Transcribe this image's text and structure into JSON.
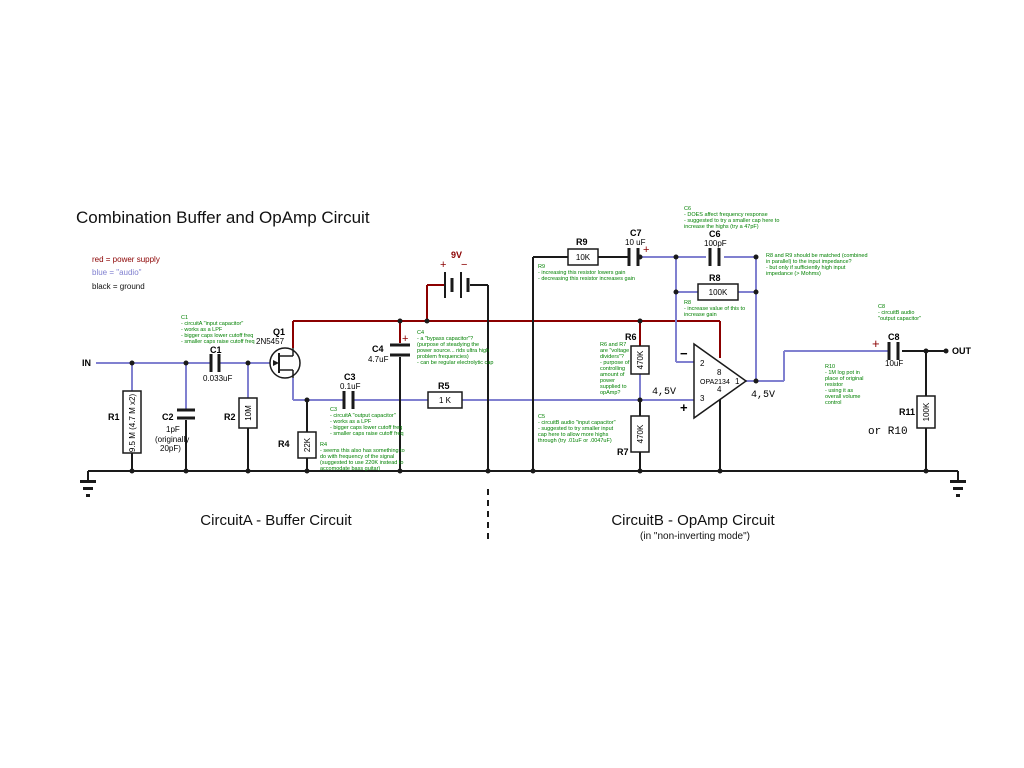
{
  "title": "Combination Buffer and OpAmp Circuit",
  "legend": {
    "red": "red = power supply",
    "blue": "blue = \"audio\"",
    "black": "black = ground",
    "colors": {
      "red": "#8b0000",
      "blue": "#8080d0",
      "black": "#1a1a1a",
      "notes": "#008000"
    }
  },
  "ports": {
    "in": "IN",
    "out": "OUT"
  },
  "power": {
    "label": "9V",
    "plus": "+",
    "minus": "−"
  },
  "components": {
    "r1": {
      "name": "R1",
      "value": "9.5 M (4.7 M x2)"
    },
    "c2": {
      "name": "C2",
      "value": "1pF",
      "value2": "(originally",
      "value3": "20pF)"
    },
    "c1": {
      "name": "C1",
      "value": "0.033uF"
    },
    "r2": {
      "name": "R2",
      "value": "10M"
    },
    "q1": {
      "name": "Q1",
      "value": "2N5457"
    },
    "r4": {
      "name": "R4",
      "value": "22K"
    },
    "c3": {
      "name": "C3",
      "value": "0.1uF"
    },
    "c4": {
      "name": "C4",
      "value": "4.7uF",
      "plus": "+"
    },
    "r5": {
      "name": "R5",
      "value": "1 K"
    },
    "r9": {
      "name": "R9",
      "value": "10K"
    },
    "c7": {
      "name": "C7",
      "value": "10 uF",
      "plus": "+"
    },
    "c6": {
      "name": "C6",
      "value": "100pF"
    },
    "r8": {
      "name": "R8",
      "value": "100K"
    },
    "r6": {
      "name": "R6",
      "value": "470K"
    },
    "r7": {
      "name": "R7",
      "value": "470K"
    },
    "opamp": {
      "name": "OPA2134",
      "pin2": "2",
      "pin3": "3",
      "pin8": "8",
      "pin4": "4",
      "pin1": "1",
      "inv": "−",
      "noninv": "+"
    },
    "c8": {
      "name": "C8",
      "value": "10uF",
      "plus": "+"
    },
    "r11": {
      "name": "R11",
      "value": "100K",
      "alt": "or R10"
    }
  },
  "voltages": {
    "bias": "4,5V",
    "out": "4,5V"
  },
  "notes": {
    "c1": [
      "C1",
      "- circuitA \"input capacitor\"",
      "- works as a LPF",
      "- bigger caps lower cutoff freq",
      "- smaller caps raise cutoff freq"
    ],
    "c4": [
      "C4",
      "- a \"bypass capacitor\"?",
      "(purpose of steadying the",
      "power source... rids ultra high",
      "problem frequencies)",
      "- can be regular electrolytic cap"
    ],
    "c3": [
      "C3",
      "- circuitA \"output capacitor\"",
      "- works as a LPF",
      "- bigger caps lower cutoff freq",
      "- smaller caps raise cutoff freq"
    ],
    "r4": [
      "R4",
      "- seems this also has something to",
      "do with frequency of the signal",
      "(suggested to use 220K instead to",
      "accomodate bass guitar)"
    ],
    "r9": [
      "R9",
      "- increasing this resistor lowers gain",
      "- decreasing this resistor increases gain"
    ],
    "c6": [
      "C6",
      "- DOES affect frequency response",
      "- suggested to try a smaller cap here to",
      "increase the highs (try a 47pF)"
    ],
    "r8r6": [
      "R8 and R9 should be matched (combined",
      "in parallel) to the input impedance?",
      "- but only if sufficiently high input",
      "impedance (> Mohms)"
    ],
    "r8": [
      "R8",
      "- increase value of this to",
      "increase gain"
    ],
    "r6r7": [
      "R6 and R7",
      "are \"voltage",
      "dividers\"?",
      "- purpose of",
      "controlling",
      "amount of",
      "power",
      "supplied to",
      "opAmp?"
    ],
    "c5": [
      "C5",
      "- circuitB audio \"input capacitor\"",
      "- suggested to try smaller input",
      "cap here to allow more highs",
      "through (try .01uF or .0047uF)"
    ],
    "c8": [
      "C8",
      "- circuitB audio",
      "\"output capacitor\""
    ],
    "r10": [
      "R10",
      "- 1M log pot in",
      "place of original",
      "resistor",
      "- using it as",
      "overall volume",
      "control"
    ]
  },
  "sections": {
    "a": {
      "title": "CircuitA - Buffer Circuit"
    },
    "b": {
      "title": "CircuitB - OpAmp Circuit",
      "subtitle": "(in \"non-inverting mode\")"
    }
  }
}
